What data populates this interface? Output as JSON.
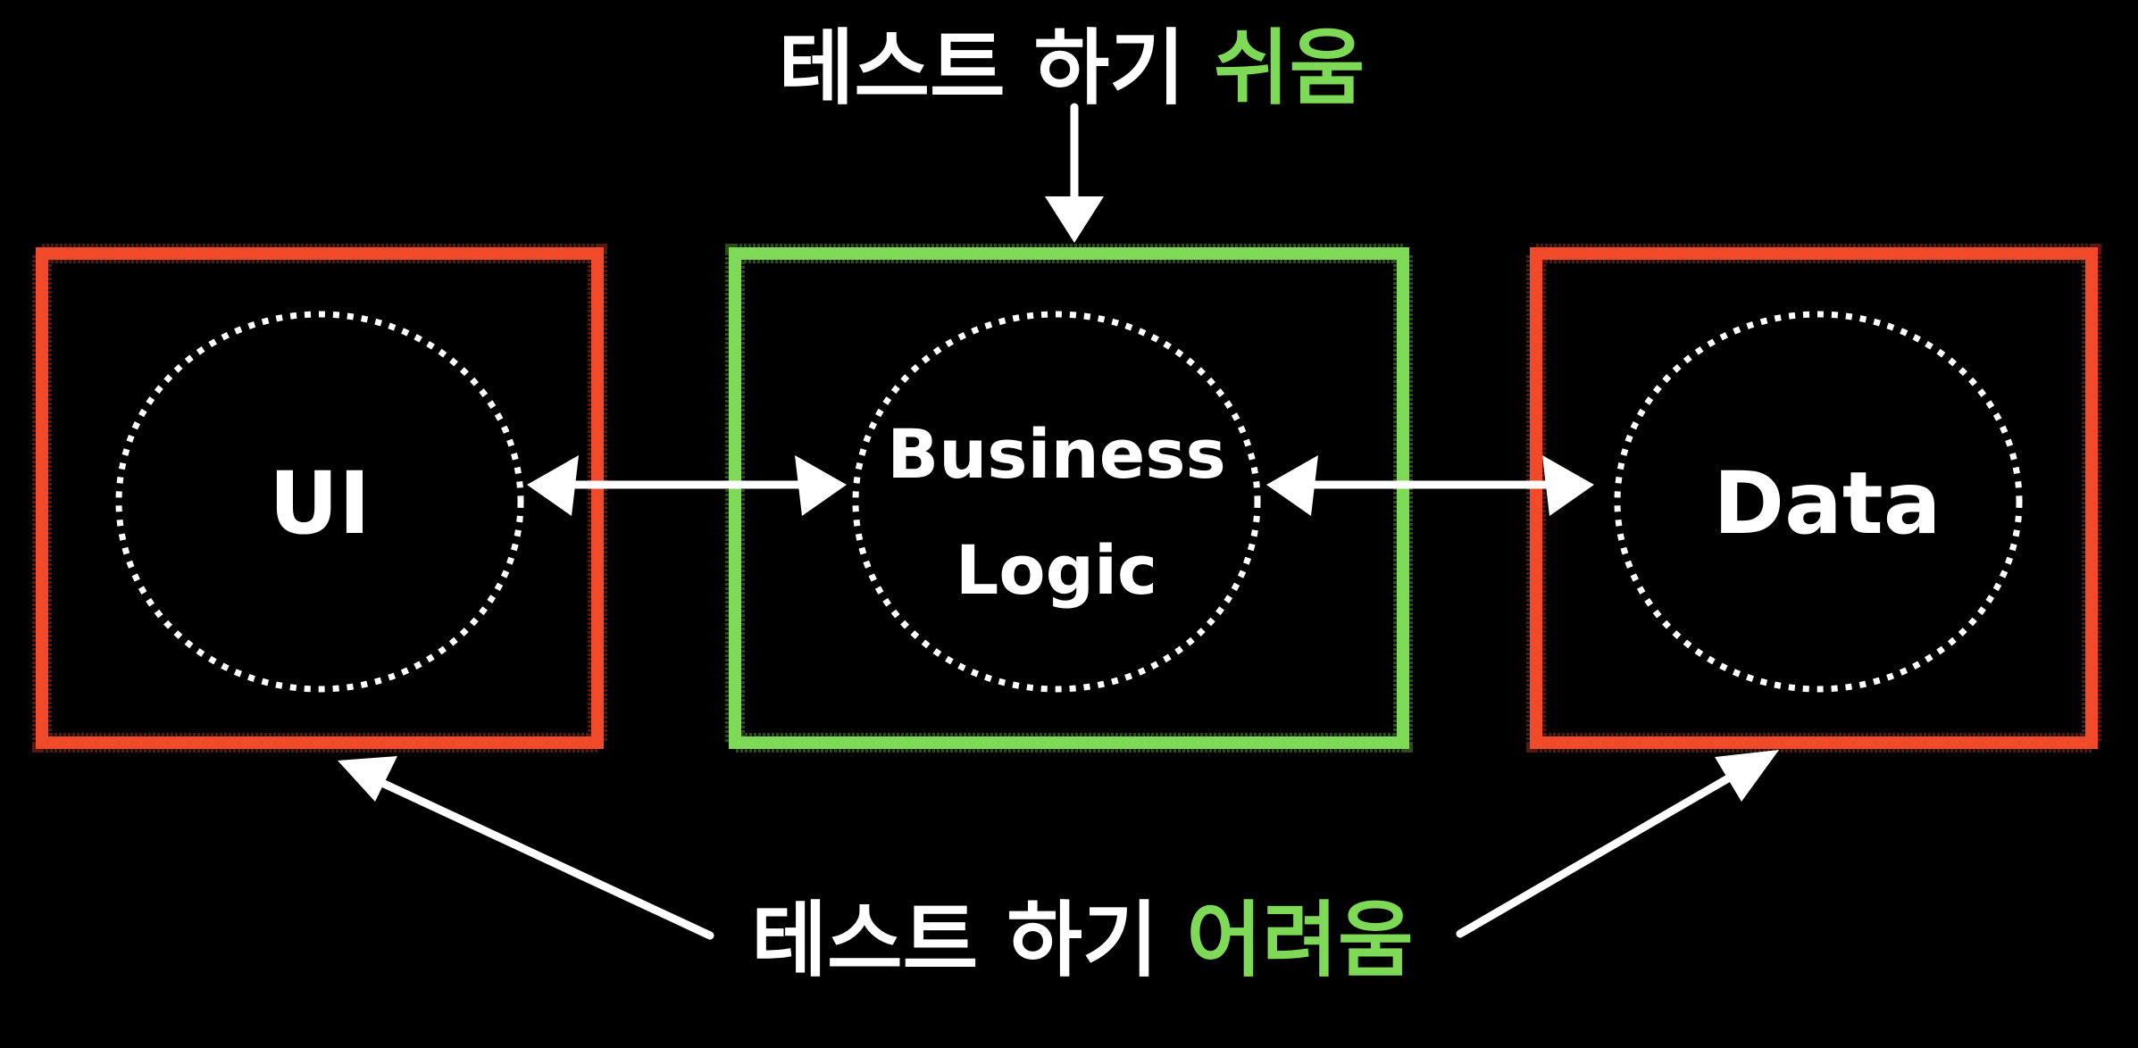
{
  "colors": {
    "background": "#000000",
    "hard_to_test": "#f04a2a",
    "easy_to_test": "#7ed957",
    "text": "#ffffff"
  },
  "top_caption": {
    "prefix": "테스트 하기 ",
    "highlight": "쉬움"
  },
  "bottom_caption": {
    "prefix": "테스트 하기 ",
    "highlight": "어려움"
  },
  "nodes": {
    "ui": {
      "label": "UI"
    },
    "business": {
      "line1": "Business",
      "line2": "Logic"
    },
    "data": {
      "label": "Data"
    }
  }
}
